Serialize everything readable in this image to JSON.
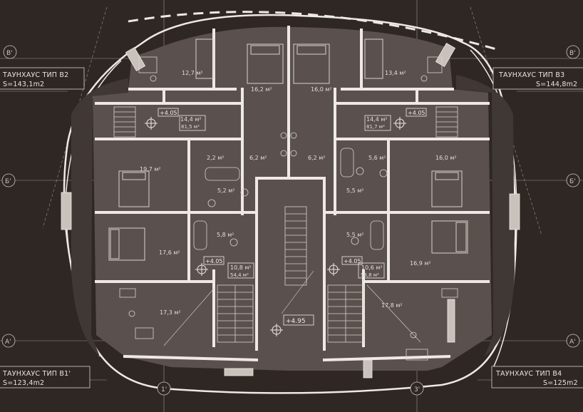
{
  "townhouses": [
    {
      "title": "ТАУНХАУС ТИП В2",
      "area": "S=143,1m2"
    },
    {
      "title": "ТАУНХАУС ТИП В3",
      "area": "S=144,8m2"
    },
    {
      "title": "ТАУНХАУС ТИП В1'",
      "area": "S=123,4m2"
    },
    {
      "title": "ТАУНХАУС ТИП В4",
      "area": "S=125m2"
    }
  ],
  "rooms": {
    "r1": "12,7 м²",
    "r2": "16,2 м²",
    "r3": "16,0 м²",
    "r4": "13,4 м²",
    "r5": "14,4 м²",
    "r5b": "81,5 м²",
    "r6": "14,4 м²",
    "r6b": "81,7 м²",
    "r7": "2,2 м²",
    "r8": "6,2 м²",
    "r9": "6,2 м²",
    "r10": "5,6 м²",
    "r11": "16,0 м²",
    "r12": "19,7 м²",
    "r13": "5,2 м²",
    "r14": "5,5 м²",
    "r15": "5,8 м²",
    "r16": "5,5 м²",
    "r17": "17,6 м²",
    "r18": "16,9 м²",
    "r19": "10,8 м²",
    "r19b": "54,4 м²",
    "r20": "10,6 м²",
    "r20b": "53,8 м²",
    "r21": "17,3 м²",
    "r22": "17,8 м²"
  },
  "levels": {
    "l1": "+4.05",
    "l2": "+4.05",
    "l3": "+4.05",
    "l4": "+4.05",
    "center": "+4.95"
  },
  "axes": {
    "b_left": "В'",
    "b_right": "В'",
    "bb_left": "Б'",
    "bb_right": "Б'",
    "a_left": "А'",
    "a_right": "А'",
    "one": "1'",
    "three": "3'"
  },
  "colors": {
    "background": "#2e2724",
    "floor": "#5a514e",
    "wall": "#efe9e4",
    "line": "#d8d1cb"
  }
}
